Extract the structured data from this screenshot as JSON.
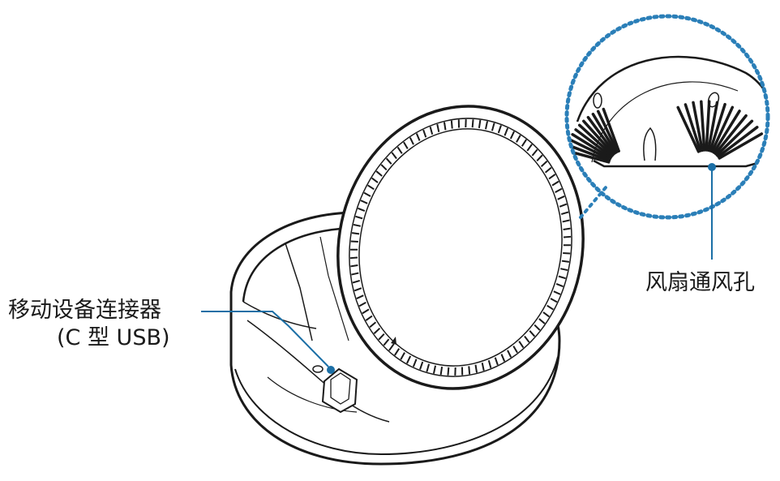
{
  "callouts": {
    "connector": {
      "line1": "移动设备连接器",
      "line2": "(C 型 USB)"
    },
    "fan_vent": {
      "label": "风扇通风孔"
    }
  },
  "colors": {
    "outline": "#1a1a1a",
    "leader": "#1b6fa6",
    "dotted_circle": "#2b7fb8"
  },
  "icons": {
    "device": "wireless-dock-illustration",
    "zoom": "magnified-detail-circle"
  }
}
